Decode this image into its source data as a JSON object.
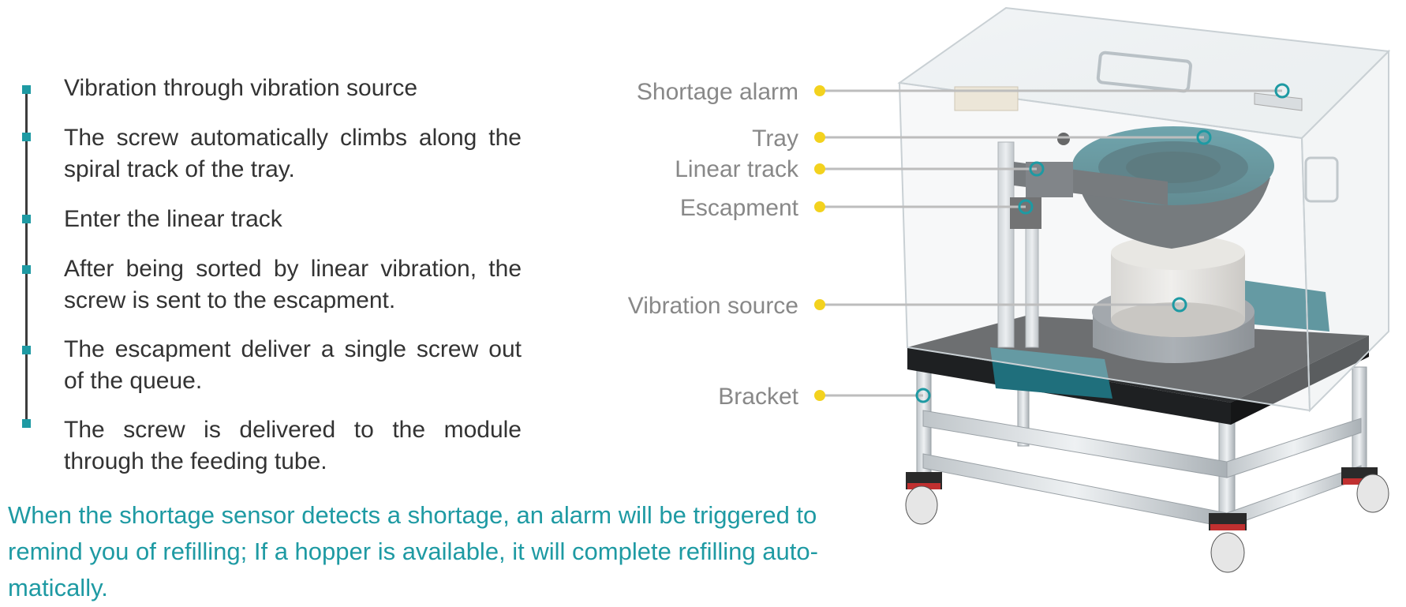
{
  "steps": [
    "Vibration through vibration source",
    "The screw automatically climbs along the spiral track of the tray.",
    "Enter the linear track",
    "After being sorted by linear vibration, the screw is sent to the escapment.",
    "The escapment deliver a single screw out of the queue.",
    "The screw is delivered to the module through the feeding tube."
  ],
  "note": "When the shortage sensor detects a shortage, an alarm will be triggered to remind you of refilling; If a hopper is available, it will complete refilling auto-matically.",
  "callouts": {
    "shortage_alarm": "Shortage alarm",
    "tray": "Tray",
    "linear_track": "Linear track",
    "escapment": "Escapment",
    "vibration_source": "Vibration source",
    "bracket": "Bracket"
  },
  "colors": {
    "accent_teal": "#1e9aa3",
    "callout_dot_yellow": "#f3d21e",
    "callout_line_gray": "#bdbdbd",
    "text_dark": "#333333",
    "label_gray": "#888888"
  }
}
